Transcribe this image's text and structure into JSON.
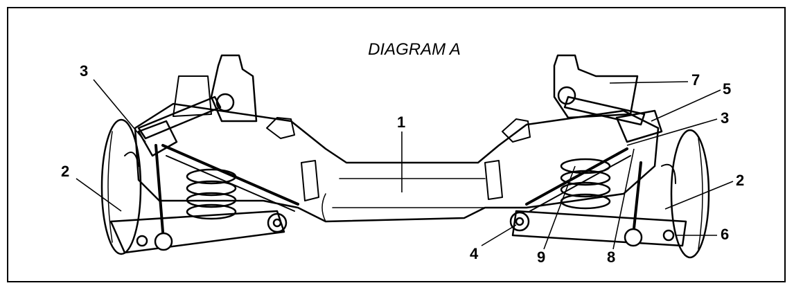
{
  "diagram": {
    "title": "DIAGRAM A",
    "labels": [
      {
        "id": "left-3",
        "text": "3"
      },
      {
        "id": "left-2",
        "text": "2"
      },
      {
        "id": "center-1",
        "text": "1"
      },
      {
        "id": "right-7",
        "text": "7"
      },
      {
        "id": "right-5",
        "text": "5"
      },
      {
        "id": "right-3",
        "text": "3"
      },
      {
        "id": "right-2",
        "text": "2"
      },
      {
        "id": "right-6",
        "text": "6"
      },
      {
        "id": "bottom-4",
        "text": "4"
      },
      {
        "id": "bottom-9",
        "text": "9"
      },
      {
        "id": "bottom-8",
        "text": "8"
      }
    ]
  }
}
